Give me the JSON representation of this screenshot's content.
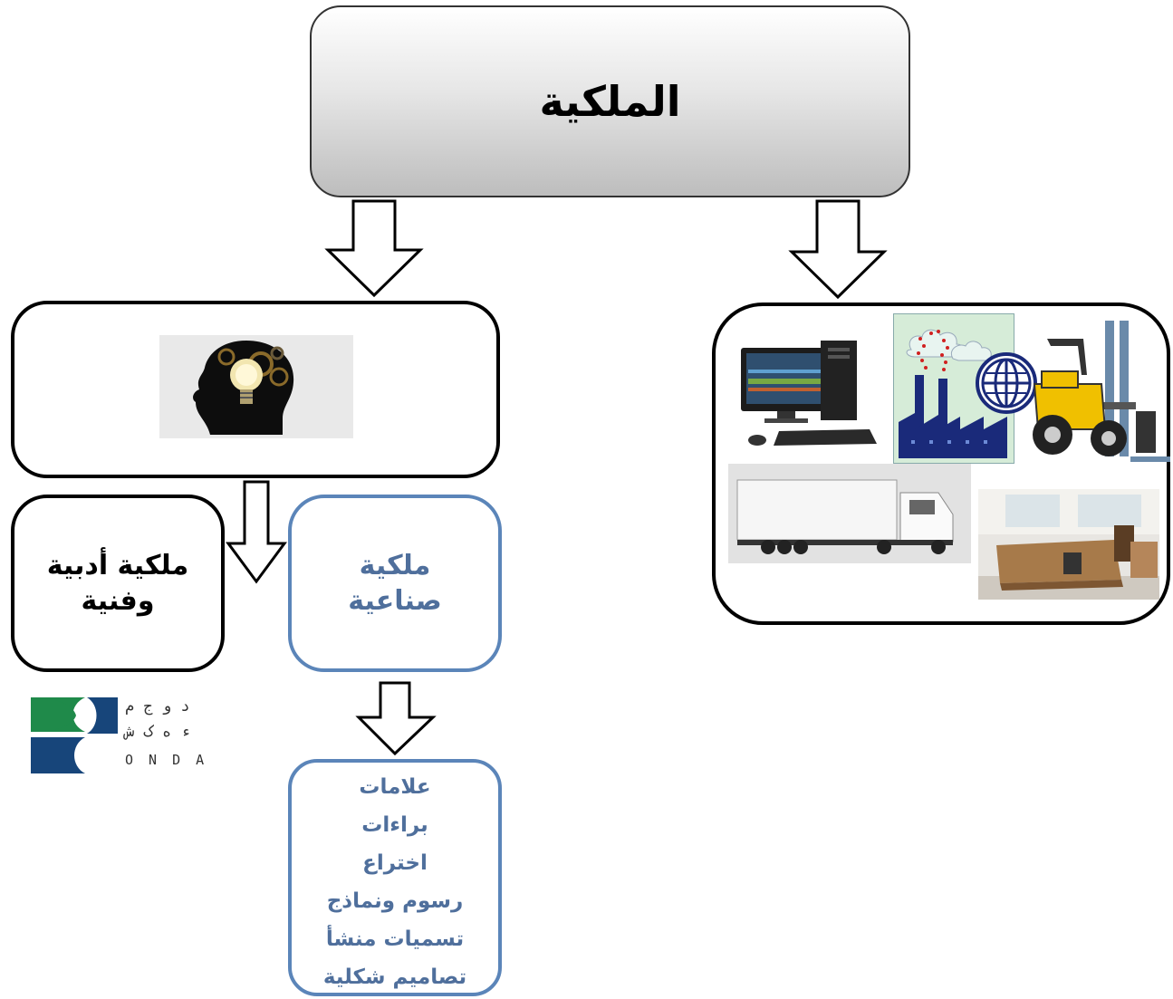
{
  "root": {
    "title": "الملكية"
  },
  "left_branch": {
    "literary_label": "ملكية أدبية وفنية",
    "industrial_label": "ملكية صناعية",
    "industrial_items": [
      "علامات",
      "براءات",
      "اختراع",
      "رسوم ونماذج",
      "تسميات منشأ",
      "تصاميم شكلية"
    ]
  },
  "logo": {
    "letters_row1": "د و ج م",
    "letters_row2": "ء ه ک ش",
    "letters_row3": "O N D A"
  },
  "icons": {
    "head_image": "idea-head-icon",
    "computer": "computer-icon",
    "factory": "factory-icon",
    "forklift": "forklift-icon",
    "truck": "truck-icon",
    "office": "office-desk-icon"
  },
  "colors": {
    "blue_border": "#5b85b9",
    "blue_text": "#4f6f9c",
    "black": "#000000"
  }
}
